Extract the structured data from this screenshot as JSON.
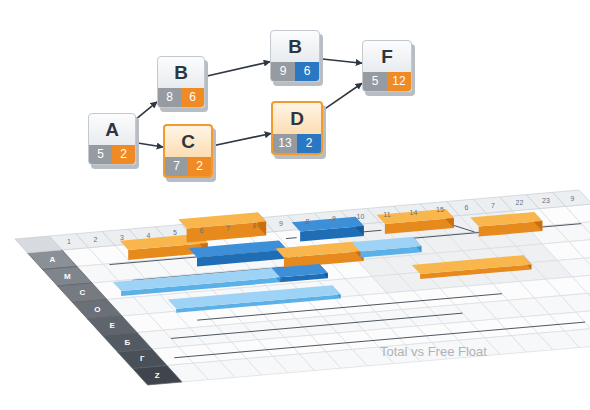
{
  "diagram": {
    "caption": "Total vs Free Float",
    "nodes": [
      {
        "text": [
          "A",
          "5",
          "2"
        ]
      },
      {
        "text": [
          "B",
          "8",
          "6"
        ]
      },
      {
        "text": [
          "C",
          "7",
          "2"
        ]
      },
      {
        "text": [
          "B",
          "9",
          "6"
        ]
      },
      {
        "text": [
          "D",
          "13",
          "2"
        ]
      },
      {
        "text": [
          "F",
          "5",
          "12"
        ]
      }
    ],
    "edges": [
      {
        "from": 0,
        "to": 1,
        "arrow": "to"
      },
      {
        "from": 0,
        "to": 2,
        "arrow": "to"
      },
      {
        "from": 1,
        "to": 3,
        "arrow": "to"
      },
      {
        "from": 2,
        "to": 4,
        "arrow": "to"
      },
      {
        "from": 3,
        "to": 5,
        "arrow": "to"
      },
      {
        "from": 4,
        "to": 5,
        "arrow": "to"
      }
    ],
    "labels": [
      "1",
      "2",
      "3",
      "4",
      "5",
      "6",
      "7",
      "8",
      "9",
      "8",
      "9",
      "10",
      "11",
      "14",
      "15",
      "6",
      "7",
      "22",
      "23",
      "9",
      "A",
      "M",
      "C",
      "O",
      "E",
      "Б",
      "Г",
      "Z"
    ]
  }
}
